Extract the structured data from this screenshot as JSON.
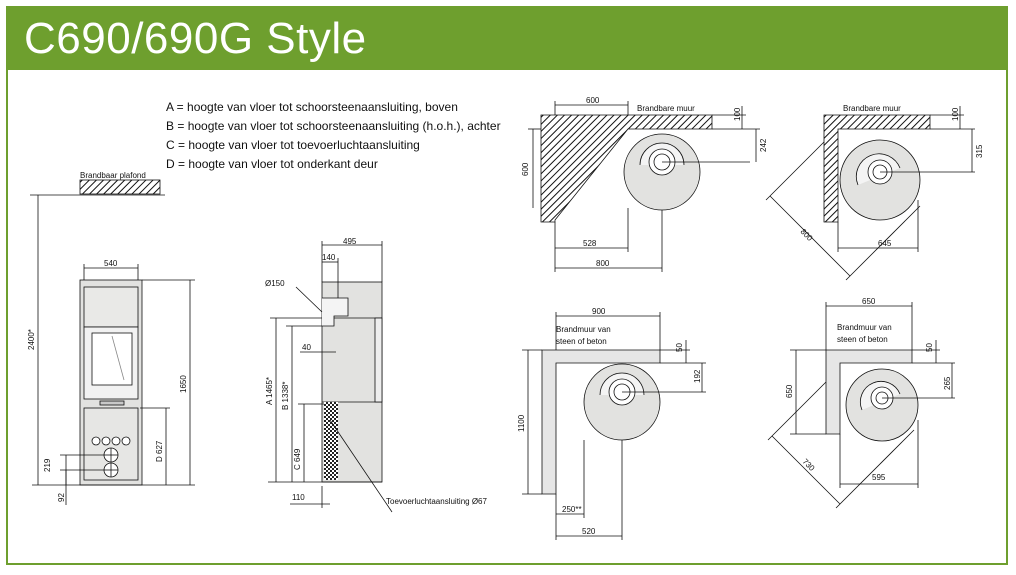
{
  "title": "C690/690G Style",
  "legend": [
    {
      "key": "A =",
      "text": "hoogte van vloer tot schoorsteenaansluiting, boven"
    },
    {
      "key": "B =",
      "text": "hoogte van vloer tot schoorsteenaansluiting (h.o.h.), achter"
    },
    {
      "key": "C =",
      "text": "hoogte van vloer tot toevoerluchtaansluiting"
    },
    {
      "key": "D =",
      "text": "hoogte van vloer tot onderkant deur"
    }
  ],
  "front": {
    "ceiling_label": "Brandbaar plafond",
    "width": "540",
    "height_total": "2400*",
    "height_stove": "1650",
    "d_label": "D 627",
    "dim_219": "219",
    "dim_92": "92"
  },
  "side": {
    "depth": "495",
    "top_offset": "140",
    "flue_dia": "Ø150",
    "offset_40": "40",
    "a_label": "A 1465*",
    "b_label": "B 1338*",
    "c_label": "C 649",
    "bottom_110": "110",
    "air_label": "Toevoerluchtaansluiting Ø67"
  },
  "plan1": {
    "wall_label": "Brandbare muur",
    "d600_top": "600",
    "d600_left": "600",
    "d100": "100",
    "d242": "242",
    "d528": "528",
    "d800": "800"
  },
  "plan2": {
    "wall_label": "Brandbare muur",
    "d100": "100",
    "d315": "315",
    "d800": "800",
    "d645": "645"
  },
  "plan3": {
    "wall_label_1": "Brandmuur van",
    "wall_label_2": "steen of beton",
    "d900": "900",
    "d50": "50",
    "d192": "192",
    "d1100": "1100",
    "d250": "250**",
    "d520": "520"
  },
  "plan4": {
    "wall_label_1": "Brandmuur van",
    "wall_label_2": "steen of beton",
    "d650_top": "650",
    "d650_left": "650",
    "d50": "50",
    "d265": "265",
    "d730": "730",
    "d595": "595"
  },
  "colors": {
    "header": "#6e9f2e",
    "stove_fill": "#e2e2e0",
    "wall_fill": "#e6e6e6",
    "line": "#111111"
  }
}
